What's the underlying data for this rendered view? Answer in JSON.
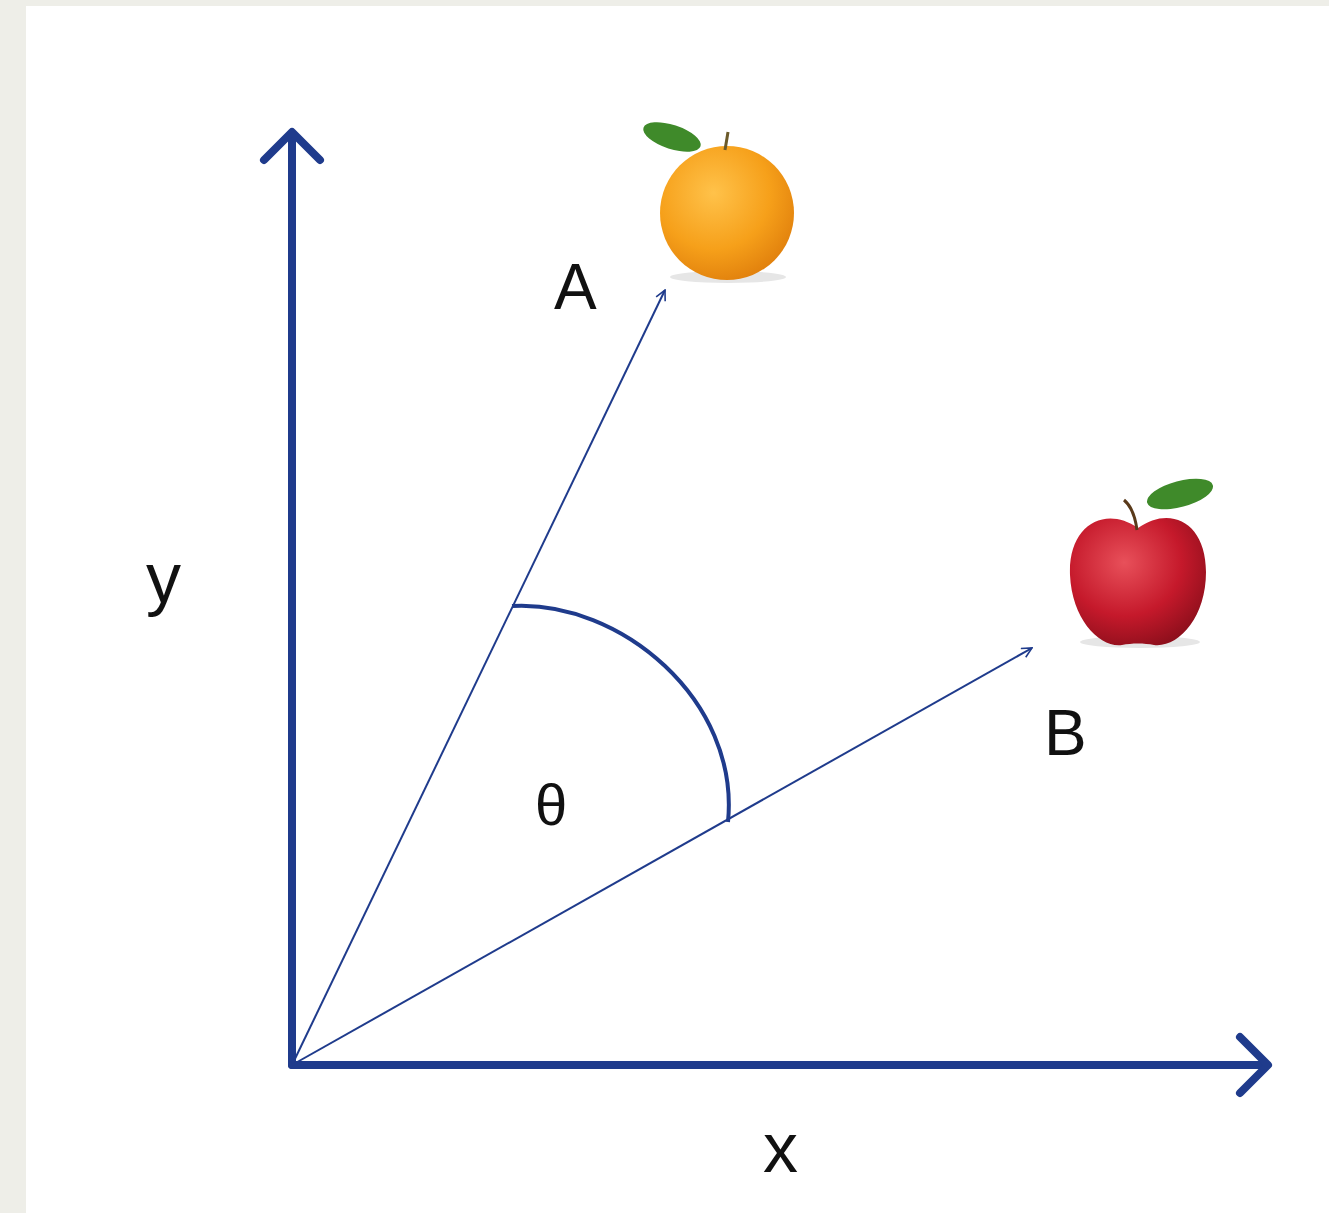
{
  "diagram": {
    "labels": [
      "y",
      "A",
      "θ",
      "B",
      "x"
    ]
  }
}
